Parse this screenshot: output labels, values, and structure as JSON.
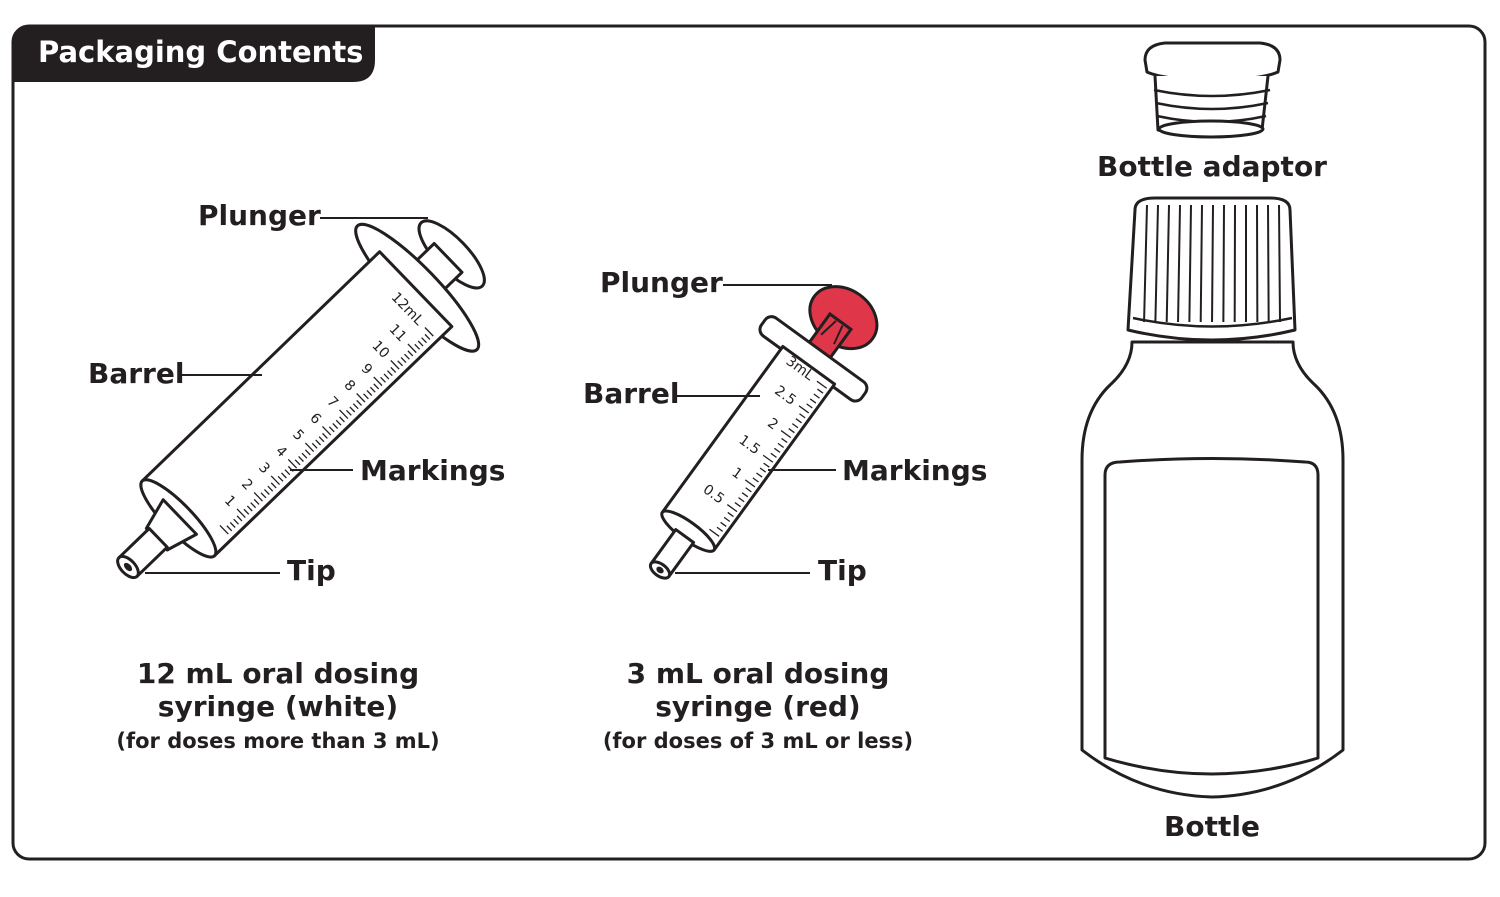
{
  "header": {
    "title": "Packaging Contents"
  },
  "syringe_12ml": {
    "labels": {
      "plunger": "Plunger",
      "barrel": "Barrel",
      "markings": "Markings",
      "tip": "Tip"
    },
    "markings": [
      "1",
      "2",
      "3",
      "4",
      "5",
      "6",
      "7",
      "8",
      "9",
      "10",
      "11",
      "12mL"
    ],
    "caption": {
      "line1": "12 mL oral dosing",
      "line2": "syringe (white)",
      "line3": "(for doses more than 3 mL)"
    }
  },
  "syringe_3ml": {
    "labels": {
      "plunger": "Plunger",
      "barrel": "Barrel",
      "markings": "Markings",
      "tip": "Tip"
    },
    "markings": [
      "0.5",
      "1",
      "1.5",
      "2",
      "2.5",
      "3mL"
    ],
    "plunger_color": "#e0364a",
    "caption": {
      "line1": "3 mL oral dosing",
      "line2": "syringe (red)",
      "line3": "(for doses of 3 mL or less)"
    }
  },
  "bottle": {
    "adaptor_label": "Bottle adaptor",
    "label": "Bottle"
  }
}
